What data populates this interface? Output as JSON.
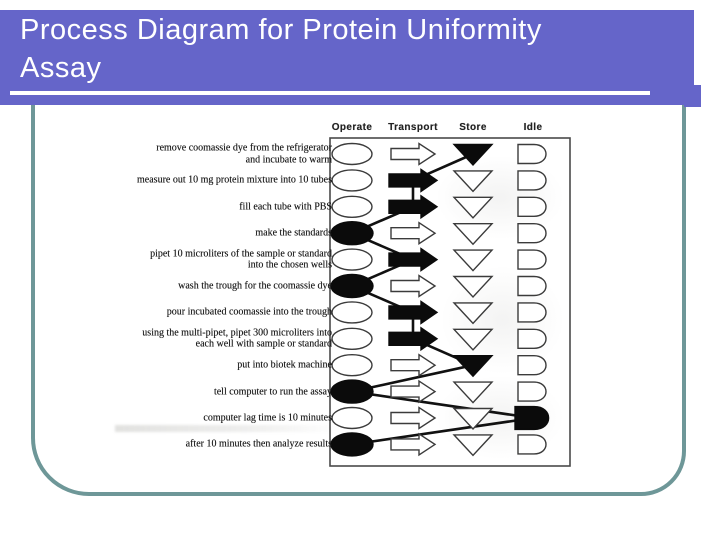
{
  "slide": {
    "title": "Process Diagram for Protein Uniformity Assay"
  },
  "diagram": {
    "columns": [
      {
        "id": "operate",
        "label": "Operate",
        "shape": "ellipse"
      },
      {
        "id": "transport",
        "label": "Transport",
        "shape": "arrow"
      },
      {
        "id": "store",
        "label": "Store",
        "shape": "triangle"
      },
      {
        "id": "idle",
        "label": "Idle",
        "shape": "dshape"
      }
    ],
    "rows": [
      {
        "label": "remove coomassie dye from the refrigerator\nand incubate to warm",
        "filled": "store"
      },
      {
        "label": "measure out 10 mg protein mixture into 10 tubes",
        "filled": "transport"
      },
      {
        "label": "fill each tube with PBS",
        "filled": "transport"
      },
      {
        "label": "make the standards",
        "filled": "operate"
      },
      {
        "label": "pipet 10 microliters of the sample or standard\ninto the chosen wells",
        "filled": "transport"
      },
      {
        "label": "wash the trough for the coomassie dye",
        "filled": "operate"
      },
      {
        "label": "pour incubated coomassie into the trough",
        "filled": "transport"
      },
      {
        "label": "using the multi-pipet, pipet 300 microliters into\neach well with sample or standard",
        "filled": "transport"
      },
      {
        "label": "put into biotek machine",
        "filled": "store"
      },
      {
        "label": "tell computer to run the assay",
        "filled": "operate"
      },
      {
        "label": "computer lag time is 10 minutes",
        "filled": "idle"
      },
      {
        "label": "after 10 minutes then analyze results",
        "filled": "operate"
      }
    ],
    "flow": "sequential-top-to-bottom"
  },
  "colors": {
    "title_bg": "#6565c9",
    "title_text": "#ffffff",
    "frame_border": "#6e9798",
    "ink": "#111111",
    "shape_outline": "#3b3b3b"
  }
}
